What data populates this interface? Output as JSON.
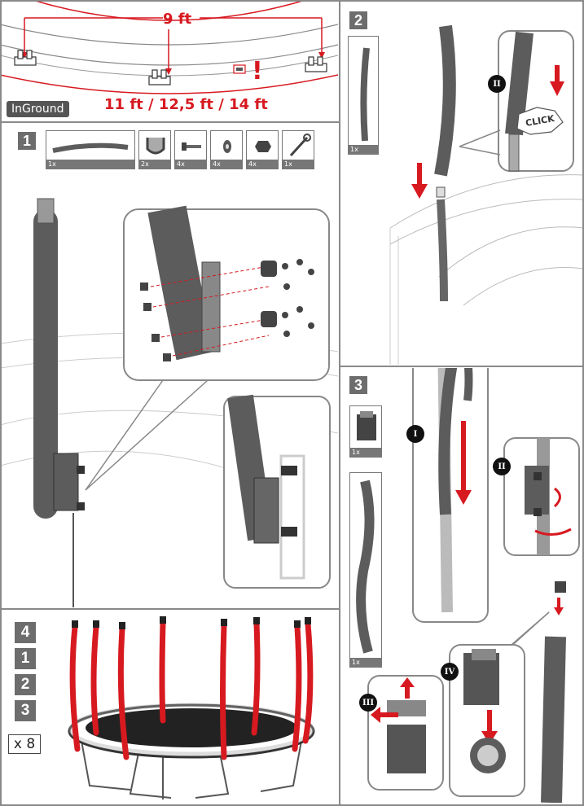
{
  "header_panel": {
    "top_dimension": "9 ft",
    "bottom_dimension": "11 ft / 12,5 ft / 14 ft",
    "warning_mark": "!",
    "variant_label": "InGround"
  },
  "step1": {
    "number": "1",
    "parts": [
      {
        "icon": "net-pole-icon",
        "count": "1x"
      },
      {
        "icon": "bracket-icon",
        "count": "2x"
      },
      {
        "icon": "bolt-icon",
        "count": "4x"
      },
      {
        "icon": "washer-icon",
        "count": "4x"
      },
      {
        "icon": "nut-icon",
        "count": "4x"
      },
      {
        "icon": "wrench-icon",
        "count": "1x"
      }
    ]
  },
  "step2": {
    "number": "2",
    "part_count": "1x",
    "click_text": "CLICK",
    "detail_marker": "II"
  },
  "step3": {
    "number": "3",
    "parts": [
      {
        "icon": "cap-icon",
        "count": "1x"
      },
      {
        "icon": "foam-sleeve-icon",
        "count": "1x"
      }
    ],
    "markers": [
      "I",
      "II",
      "III",
      "IV"
    ]
  },
  "step4": {
    "number": "4",
    "sub_steps": [
      "1",
      "2",
      "3"
    ],
    "repeat": "x 8"
  },
  "colors": {
    "accent_red": "#d71920",
    "badge_gray": "#6d6d6d",
    "pole_gray": "#5c5c5c",
    "line_gray": "#9a9a9a"
  }
}
